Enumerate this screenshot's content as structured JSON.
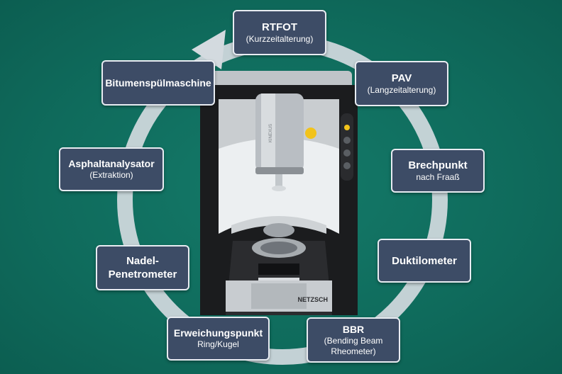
{
  "cycle": {
    "steps": [
      {
        "title": "RTFOT",
        "subtitle": "(Kurzzeitalterung)"
      },
      {
        "title": "PAV",
        "subtitle": "(Langzeitalterung)"
      },
      {
        "title": "Brechpunkt",
        "subtitle": "nach Fraaß"
      },
      {
        "title": "Duktilometer",
        "subtitle": ""
      },
      {
        "title": "BBR",
        "subtitle": "(Bending Beam",
        "subtitle2": "Rheometer)"
      },
      {
        "title": "Erweichungspunkt",
        "subtitle": "Ring/Kugel"
      },
      {
        "title": "Nadel-",
        "subtitle_bold": "Penetrometer"
      },
      {
        "title": "Asphaltanalysator",
        "subtitle": "(Extraktion)"
      },
      {
        "title": "Bitumenspülmaschine",
        "subtitle": ""
      }
    ]
  },
  "device": {
    "brand": "NETZSCH",
    "model": "KINEXUS"
  },
  "colors": {
    "background": "#0f6b5c",
    "box_fill": "#3d4c66",
    "ring": "#d7dde3"
  }
}
